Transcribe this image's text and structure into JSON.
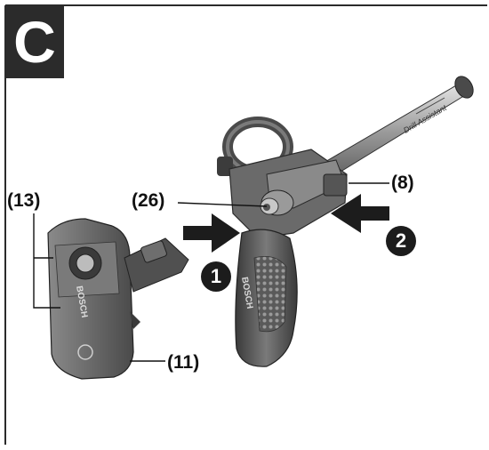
{
  "panel": {
    "letter": "C"
  },
  "labels": {
    "part_13": "(13)",
    "part_26": "(26)",
    "part_8": "(8)",
    "part_11": "(11)"
  },
  "steps": {
    "step_1": "1",
    "step_2": "2"
  },
  "product_text": {
    "brand": "BOSCH",
    "depth_stop_text": "Drill Assistant"
  },
  "colors": {
    "frame": "#2b2b2b",
    "tool_body": "#6e6e6e",
    "tool_dark": "#3c3c3c",
    "arrow": "#1c1c1c"
  }
}
